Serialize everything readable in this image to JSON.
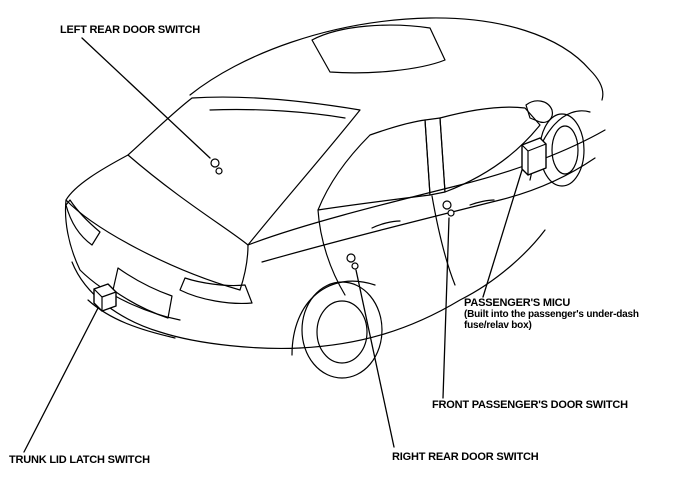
{
  "diagram": {
    "labels": {
      "left_rear_door_switch": "LEFT REAR DOOR SWITCH",
      "passengers_micu": "PASSENGER'S MICU",
      "micu_note_line1": "(Built into the passenger's under-dash",
      "micu_note_line2": "fuse/relav box)",
      "front_passengers_door_switch": "FRONT PASSENGER'S DOOR SWITCH",
      "trunk_lid_latch_switch": "TRUNK LID LATCH SWITCH",
      "right_rear_door_switch": "RIGHT REAR DOOR SWITCH"
    },
    "colors": {
      "line": "#000000",
      "background": "#ffffff"
    }
  }
}
